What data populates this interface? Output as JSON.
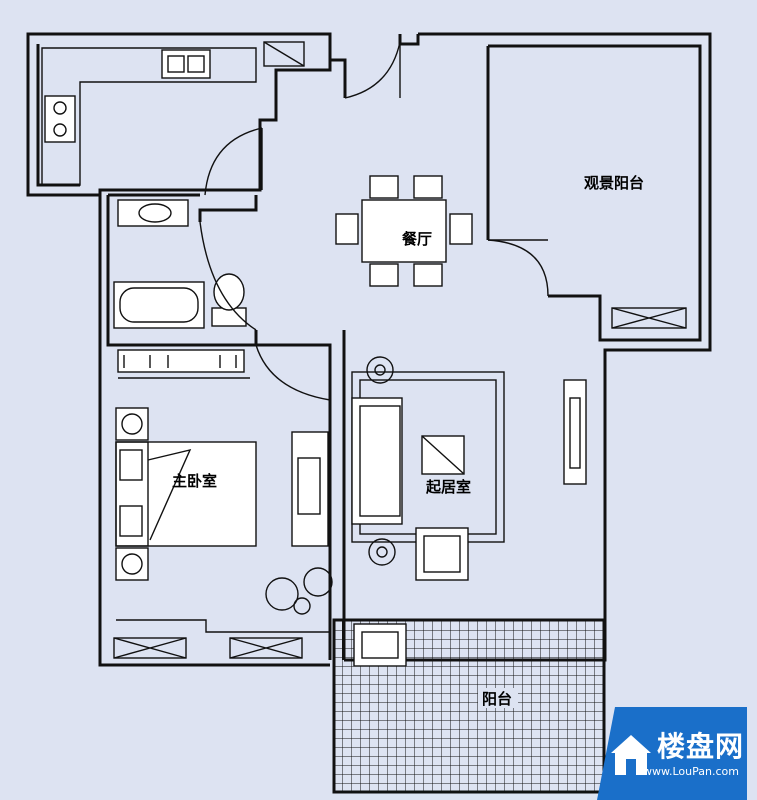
{
  "rooms": {
    "dining": "餐厅",
    "scenic_balcony": "观景阳台",
    "master_bedroom": "主卧室",
    "living_room": "起居室",
    "balcony": "阳台"
  },
  "watermark": {
    "brand": "楼盘网",
    "url": "www.LouPan.com"
  },
  "colors": {
    "background": "#dde3f2",
    "lines": "#111111",
    "watermark_blue": "#1a6fc9"
  }
}
